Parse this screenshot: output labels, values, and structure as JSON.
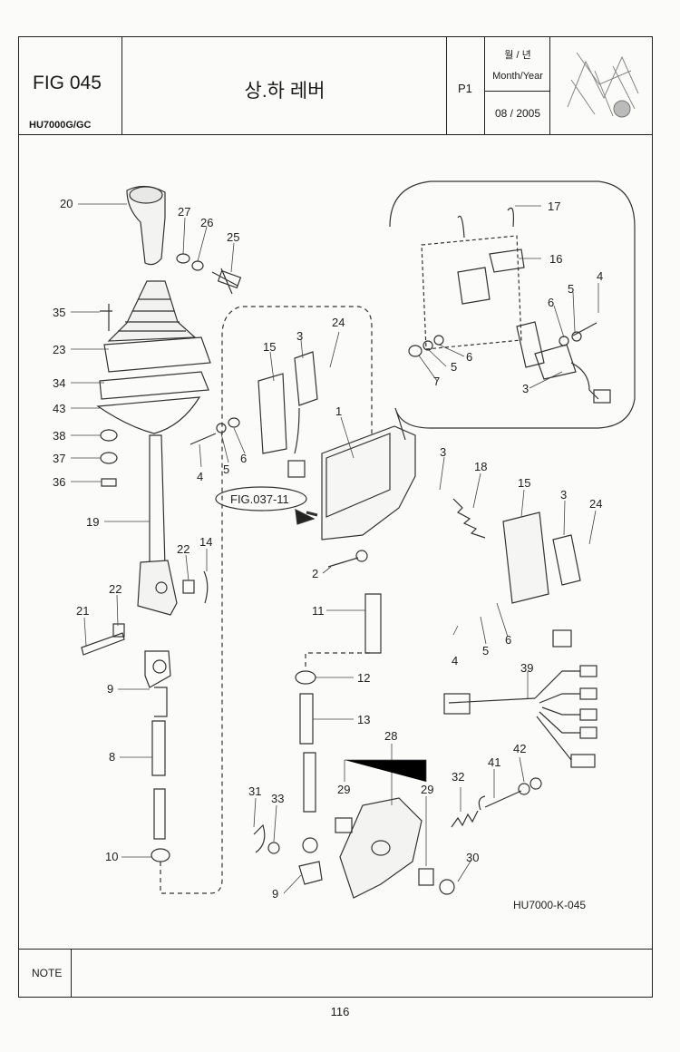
{
  "header": {
    "fig": "FIG 045",
    "model": "HU7000G/GC",
    "title": "상.하 레버",
    "page_code": "P1",
    "month_year_ko": "월 / 년",
    "month_year_en": "Month/Year",
    "date": "08 / 2005"
  },
  "diagram": {
    "ref": "FIG.037-11",
    "code": "HU7000-K-045",
    "labels": [
      "20",
      "27",
      "26",
      "25",
      "35",
      "23",
      "34",
      "43",
      "38",
      "37",
      "36",
      "19",
      "22",
      "14",
      "21",
      "22",
      "9",
      "8",
      "10",
      "4",
      "5",
      "6",
      "15",
      "3",
      "24",
      "1",
      "3",
      "18",
      "15",
      "3",
      "24",
      "2",
      "11",
      "4",
      "5",
      "6",
      "12",
      "13",
      "39",
      "28",
      "29",
      "29",
      "32",
      "41",
      "42",
      "31",
      "33",
      "9",
      "30",
      "17",
      "16",
      "4",
      "6",
      "5",
      "6",
      "5",
      "7",
      "3"
    ]
  },
  "footer": {
    "note_label": "NOTE",
    "page_number": "116"
  }
}
